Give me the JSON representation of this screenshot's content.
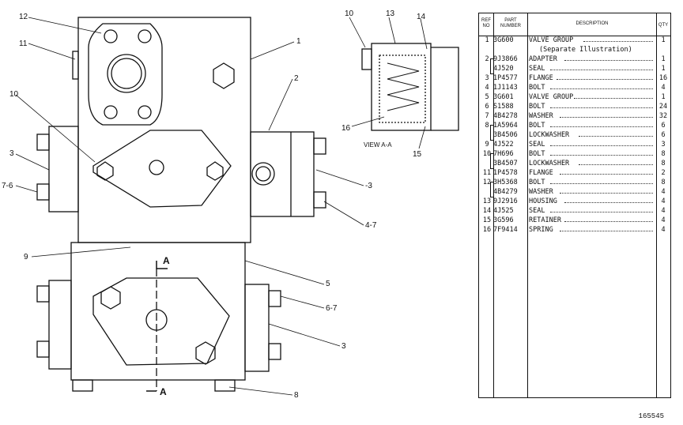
{
  "drawing": {
    "callouts": {
      "c12": "12",
      "c11": "11",
      "c1": "1",
      "c2": "2",
      "c10": "10",
      "c3a": "3",
      "c76": "7-6",
      "c3b": "-3",
      "c47": "4-7",
      "c9": "9",
      "c5": "5",
      "c67": "6-7",
      "c3c": "3",
      "c8": "8",
      "arrow_top": "A",
      "arrow_bottom": "A"
    },
    "view": {
      "c10": "10",
      "c13": "13",
      "c14": "14",
      "c16": "16",
      "c15": "15",
      "title": "VIEW A-A"
    }
  },
  "parts_table": {
    "headers": {
      "ref": "REF NO",
      "part": "PART NUMBER",
      "desc": "DESCRIPTION",
      "qty": "QTY"
    },
    "rows": [
      {
        "ref": "1",
        "pn": "3G600",
        "desc": "VALVE GROUP",
        "qty": "1"
      },
      {
        "ref": "",
        "pn": "",
        "desc": "(Separate Illustration)",
        "qty": ""
      },
      {
        "ref": "2",
        "pn": "9J3866",
        "desc": "ADAPTER",
        "qty": "1"
      },
      {
        "ref": "",
        "pn": "4J520",
        "desc": "SEAL",
        "qty": "1"
      },
      {
        "ref": "3",
        "pn": "1P4577",
        "desc": "FLANGE",
        "qty": "16"
      },
      {
        "ref": "4",
        "pn": "1J1143",
        "desc": "BOLT",
        "qty": "4"
      },
      {
        "ref": "5",
        "pn": "3G601",
        "desc": "VALVE GROUP",
        "qty": "1"
      },
      {
        "ref": "6",
        "pn": "S1588",
        "desc": "BOLT",
        "qty": "24"
      },
      {
        "ref": "7",
        "pn": "4B4278",
        "desc": "WASHER",
        "qty": "32"
      },
      {
        "ref": "8",
        "pn": "1A5964",
        "desc": "BOLT",
        "qty": "6"
      },
      {
        "ref": "",
        "pn": "3B4506",
        "desc": "LOCKWASHER",
        "qty": "6"
      },
      {
        "ref": "9",
        "pn": "4J522",
        "desc": "SEAL",
        "qty": "3"
      },
      {
        "ref": "10",
        "pn": "7H696",
        "desc": "BOLT",
        "qty": "8"
      },
      {
        "ref": "",
        "pn": "3B4507",
        "desc": "LOCKWASHER",
        "qty": "8"
      },
      {
        "ref": "11",
        "pn": "1P4578",
        "desc": "FLANGE",
        "qty": "2"
      },
      {
        "ref": "12",
        "pn": "3H5368",
        "desc": "BOLT",
        "qty": "8"
      },
      {
        "ref": "",
        "pn": "4B4279",
        "desc": "WASHER",
        "qty": "4"
      },
      {
        "ref": "13",
        "pn": "9J2916",
        "desc": "HOUSING",
        "qty": "4"
      },
      {
        "ref": "14",
        "pn": "4J525",
        "desc": "SEAL",
        "qty": "4"
      },
      {
        "ref": "15",
        "pn": "3G596",
        "desc": "RETAINER",
        "qty": "4"
      },
      {
        "ref": "16",
        "pn": "7F9414",
        "desc": "SPRING",
        "qty": "4"
      }
    ]
  },
  "drawing_number": "165545"
}
